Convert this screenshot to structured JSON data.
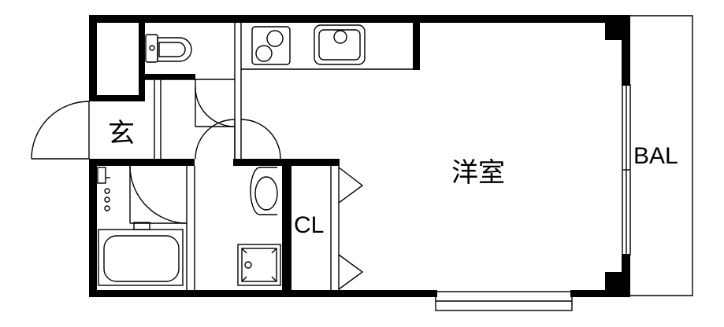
{
  "floorplan": {
    "rooms": {
      "western_room": "洋室",
      "entrance": "玄",
      "closet": "CL",
      "balcony": "BAL"
    }
  }
}
